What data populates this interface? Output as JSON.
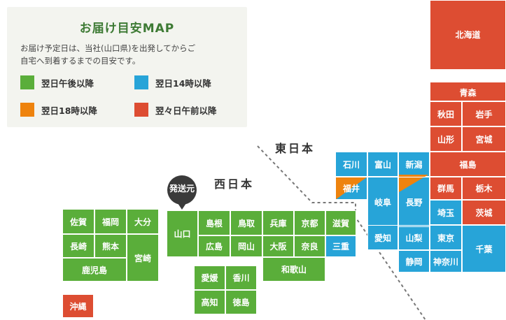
{
  "legend": {
    "title": "お届け目安MAP",
    "description_lines": [
      "お届け予定日は、当社(山口県)を出発してからご",
      "自宅へ到着するまでの目安です。"
    ],
    "items": [
      {
        "label": "翌日午後以降",
        "color": "#5aae3a"
      },
      {
        "label": "翌日14時以降",
        "color": "#27a4d8"
      },
      {
        "label": "翌日18時以降",
        "color": "#ee830e"
      },
      {
        "label": "翌々日午前以降",
        "color": "#dd4d32"
      }
    ]
  },
  "regions": {
    "east_label": "東日本",
    "west_label": "西日本"
  },
  "origin": {
    "label": "発送元",
    "color": "#3a3a3a"
  },
  "tiers": {
    "afternoon": "#5aae3a",
    "pm14": "#27a4d8",
    "pm18": "#ee830e",
    "dayafter": "#dd4d32"
  },
  "prefectures": [
    {
      "id": "hokkaido",
      "name": "北海道",
      "tier": "dayafter"
    },
    {
      "id": "aomori",
      "name": "青森",
      "tier": "dayafter"
    },
    {
      "id": "akita",
      "name": "秋田",
      "tier": "dayafter"
    },
    {
      "id": "iwate",
      "name": "岩手",
      "tier": "dayafter"
    },
    {
      "id": "yamagata",
      "name": "山形",
      "tier": "dayafter"
    },
    {
      "id": "miyagi",
      "name": "宮城",
      "tier": "dayafter"
    },
    {
      "id": "fukushima",
      "name": "福島",
      "tier": "dayafter"
    },
    {
      "id": "niigata",
      "name": "新潟",
      "tier": "pm14"
    },
    {
      "id": "ishikawa",
      "name": "石川",
      "tier": "pm14"
    },
    {
      "id": "toyama",
      "name": "富山",
      "tier": "pm14"
    },
    {
      "id": "fukui",
      "name": "福井",
      "tier": "pm18"
    },
    {
      "id": "gifu",
      "name": "岐阜",
      "tier": "pm14"
    },
    {
      "id": "nagano",
      "name": "長野",
      "tier": "pm14"
    },
    {
      "id": "gunma",
      "name": "群馬",
      "tier": "dayafter"
    },
    {
      "id": "tochigi",
      "name": "栃木",
      "tier": "dayafter"
    },
    {
      "id": "saitama",
      "name": "埼玉",
      "tier": "pm14"
    },
    {
      "id": "ibaraki",
      "name": "茨城",
      "tier": "dayafter"
    },
    {
      "id": "aichi",
      "name": "愛知",
      "tier": "pm14"
    },
    {
      "id": "yamanashi",
      "name": "山梨",
      "tier": "pm14"
    },
    {
      "id": "tokyo",
      "name": "東京",
      "tier": "pm14"
    },
    {
      "id": "chiba",
      "name": "千葉",
      "tier": "pm14"
    },
    {
      "id": "shizuoka",
      "name": "静岡",
      "tier": "pm14"
    },
    {
      "id": "kanagawa",
      "name": "神奈川",
      "tier": "pm14"
    },
    {
      "id": "yamaguchi",
      "name": "山口",
      "tier": "afternoon"
    },
    {
      "id": "shimane",
      "name": "島根",
      "tier": "afternoon"
    },
    {
      "id": "tottori",
      "name": "鳥取",
      "tier": "afternoon"
    },
    {
      "id": "hyogo",
      "name": "兵庫",
      "tier": "afternoon"
    },
    {
      "id": "kyoto",
      "name": "京都",
      "tier": "afternoon"
    },
    {
      "id": "shiga",
      "name": "滋賀",
      "tier": "afternoon"
    },
    {
      "id": "hiroshima",
      "name": "広島",
      "tier": "afternoon"
    },
    {
      "id": "okayama",
      "name": "岡山",
      "tier": "afternoon"
    },
    {
      "id": "osaka",
      "name": "大阪",
      "tier": "afternoon"
    },
    {
      "id": "nara",
      "name": "奈良",
      "tier": "afternoon"
    },
    {
      "id": "mie",
      "name": "三重",
      "tier": "pm14"
    },
    {
      "id": "wakayama",
      "name": "和歌山",
      "tier": "afternoon"
    },
    {
      "id": "ehime",
      "name": "愛媛",
      "tier": "afternoon"
    },
    {
      "id": "kagawa",
      "name": "香川",
      "tier": "afternoon"
    },
    {
      "id": "kochi",
      "name": "高知",
      "tier": "afternoon"
    },
    {
      "id": "tokushima",
      "name": "徳島",
      "tier": "afternoon"
    },
    {
      "id": "saga",
      "name": "佐賀",
      "tier": "afternoon"
    },
    {
      "id": "fukuoka",
      "name": "福岡",
      "tier": "afternoon"
    },
    {
      "id": "oita",
      "name": "大分",
      "tier": "afternoon"
    },
    {
      "id": "nagasaki",
      "name": "長崎",
      "tier": "afternoon"
    },
    {
      "id": "kumamoto",
      "name": "熊本",
      "tier": "afternoon"
    },
    {
      "id": "miyazaki",
      "name": "宮崎",
      "tier": "afternoon"
    },
    {
      "id": "kagoshima",
      "name": "鹿児島",
      "tier": "afternoon"
    },
    {
      "id": "okinawa",
      "name": "沖縄",
      "tier": "dayafter"
    }
  ]
}
